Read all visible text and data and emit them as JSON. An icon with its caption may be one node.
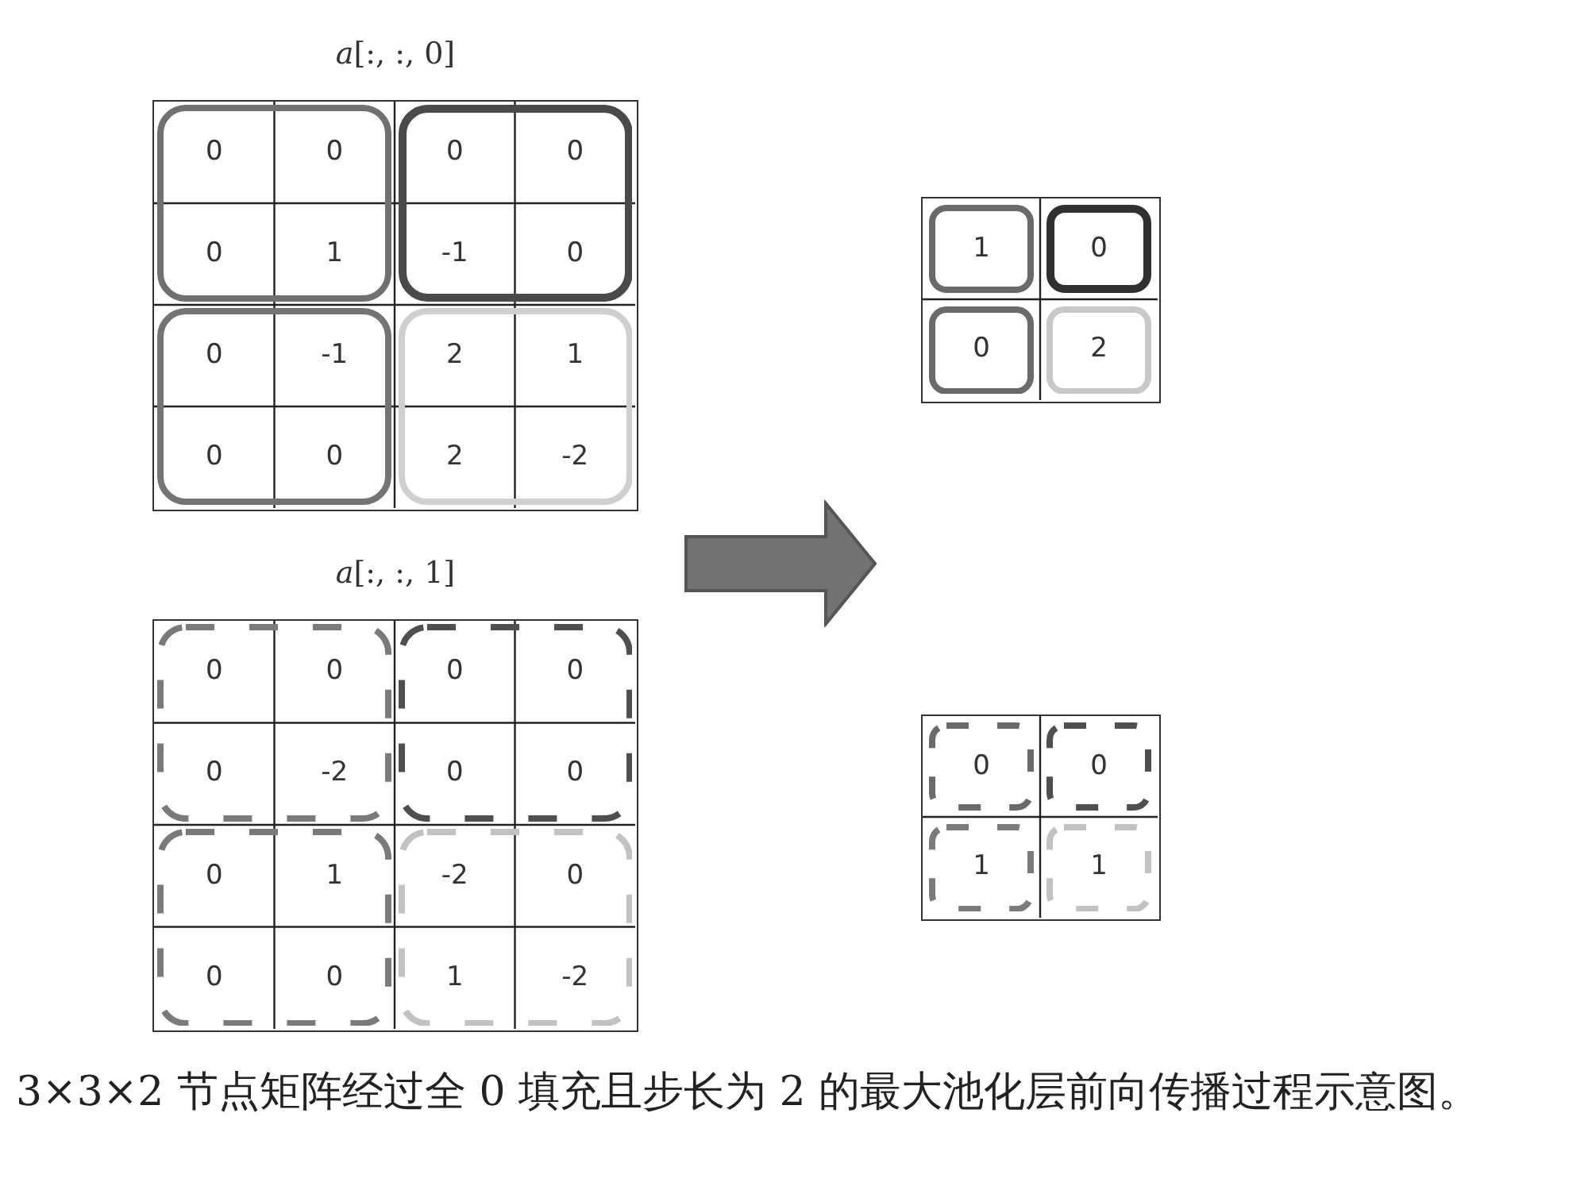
{
  "diagram": {
    "nodes": [
      {
        "text": [
          "*a*[:, :, 0]"
        ]
      },
      {
        "text": [
          "0",
          "0",
          "0",
          "1"
        ],
        "in": 0
      },
      {
        "text": [
          "0",
          "0",
          "-1",
          "0"
        ],
        "in": 0
      },
      {
        "text": [
          "0",
          "-1",
          "0",
          "0"
        ],
        "in": 0
      },
      {
        "text": [
          "2",
          "1",
          "2",
          "-2"
        ],
        "in": 0
      },
      {
        "text": [],
        "shape": "box"
      },
      {
        "text": [
          "1"
        ],
        "in": 5
      },
      {
        "text": [
          "0"
        ],
        "in": 5
      },
      {
        "text": [
          "0"
        ],
        "in": 5
      },
      {
        "text": [
          "2"
        ],
        "in": 5
      },
      {
        "text": [
          "*a*[:, :, 1]"
        ]
      },
      {
        "text": [
          "0",
          "0",
          "0",
          "-2"
        ],
        "in": 10
      },
      {
        "text": [
          "0",
          "0",
          "0",
          "0"
        ],
        "in": 10
      },
      {
        "text": [
          "0",
          "1",
          "0",
          "0"
        ],
        "in": 10
      },
      {
        "text": [
          "-2",
          "0",
          "1",
          "-2"
        ],
        "in": 10
      },
      {
        "text": [],
        "shape": "box"
      },
      {
        "text": [
          "0"
        ],
        "in": 15
      },
      {
        "text": [
          "0"
        ],
        "in": 15
      },
      {
        "text": [
          "1"
        ],
        "in": 15
      },
      {
        "text": [
          "1"
        ],
        "in": 15
      }
    ],
    "caption": "3×3×2 节点矩阵经过全 0 填充且步长为 2 的最大池化层前向传播过程示意图。"
  }
}
